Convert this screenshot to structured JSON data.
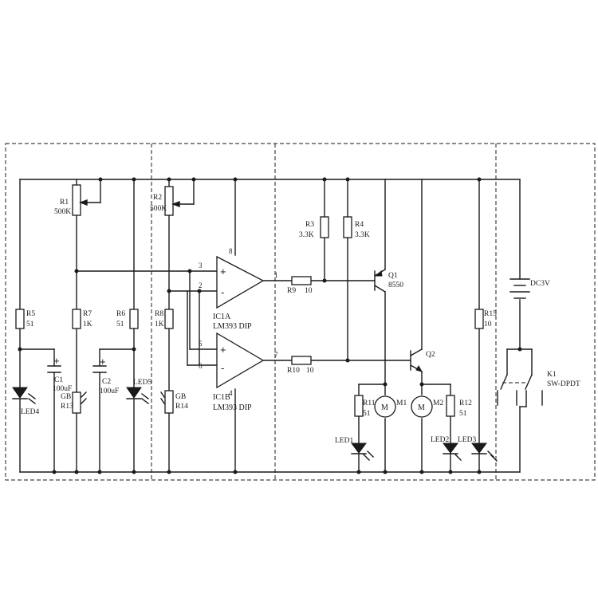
{
  "labels": {
    "r1": "R1",
    "r1v": "500K",
    "r2": "R2",
    "r2v": "500K",
    "r3": "R3",
    "r3v": "3.3K",
    "r4": "R4",
    "r4v": "3.3K",
    "r5": "R5",
    "r5v": "51",
    "r6": "R6",
    "r6v": "51",
    "r7": "R7",
    "r7v": "1K",
    "r8": "R8",
    "r8v": "1K",
    "r9": "R9",
    "r9v": "10",
    "r10": "R10",
    "r10v": "10",
    "r11": "R11",
    "r11v": "51",
    "r12": "R12",
    "r12v": "51",
    "r13": "R13",
    "r14": "R14",
    "r15": "R15",
    "r15v": "10",
    "gb1": "GB",
    "gb2": "GB",
    "c1": "C1",
    "c1v": "100uF",
    "c2": "C2",
    "c2v": "100uF",
    "led1": "LED1",
    "led2": "LED2",
    "led3": "LED3",
    "led4": "LED4",
    "led5": "LED5",
    "ic1a": "IC1A",
    "ic1a_part": "LM393 DIP",
    "ic1b": "IC1B",
    "ic1b_part": "LM393 DIP",
    "q1": "Q1",
    "q1v": "8550",
    "q2": "Q2",
    "m1": "M1",
    "m2": "M2",
    "motor_symbol": "M",
    "battery": "DC3V",
    "k1": "K1",
    "k1v": "SW-DPDT",
    "pin1": "1",
    "pin2": "2",
    "pin3": "3",
    "pin5": "5",
    "pin6": "6",
    "pin7": "7",
    "pin8": "8",
    "pin4": "4",
    "plus": "+",
    "minus": "-"
  }
}
